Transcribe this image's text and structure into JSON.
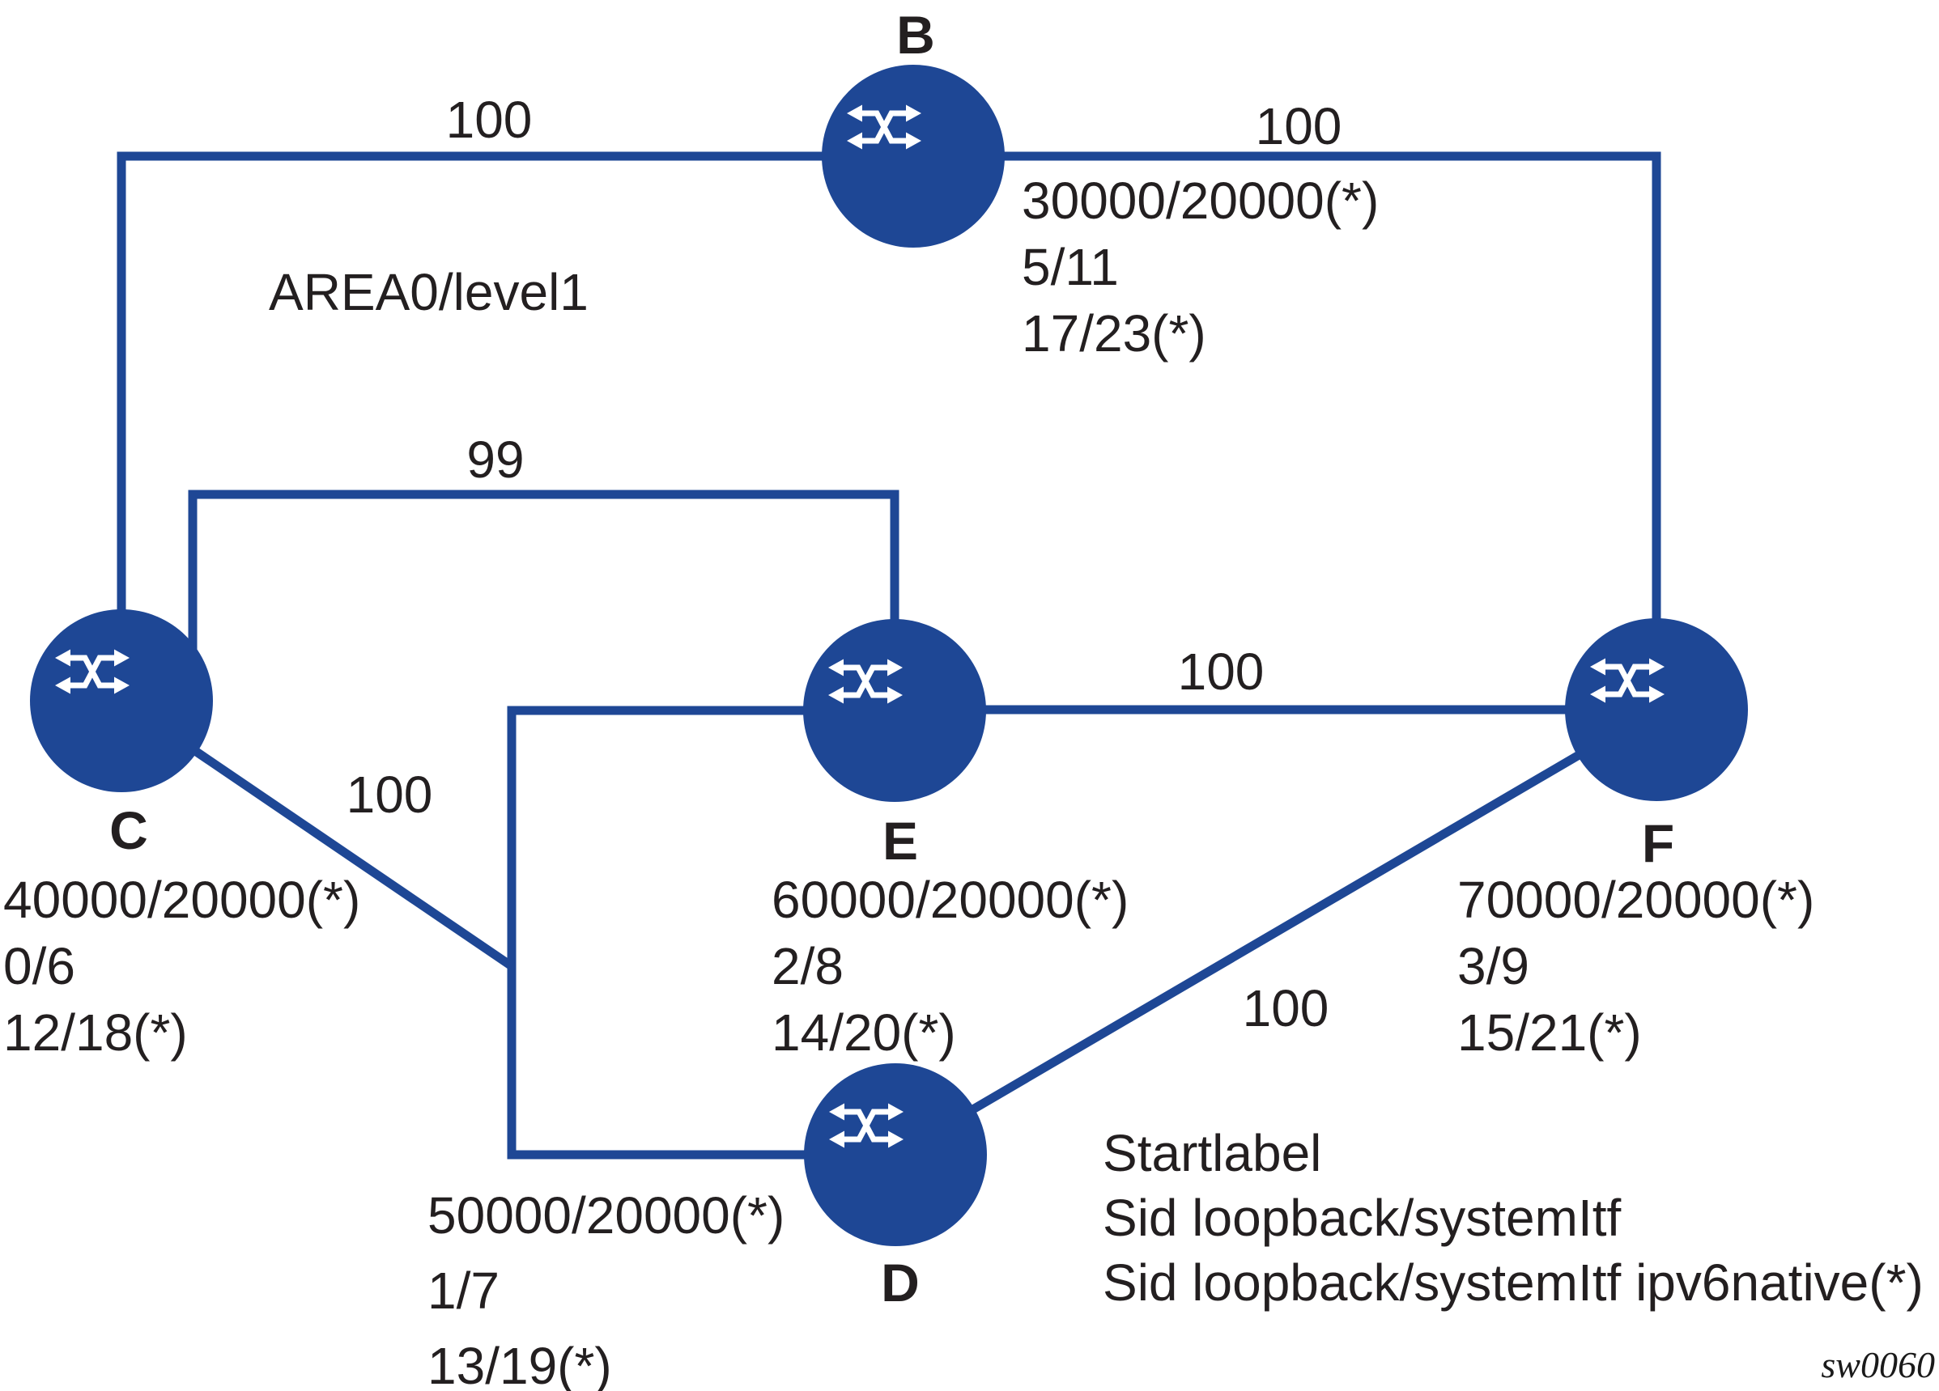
{
  "figure": {
    "area_label": "AREA0/level1",
    "watermark": "sw0060",
    "colors": {
      "node_fill": "#1E4795",
      "link_stroke": "#1E4795",
      "text": "#231F20"
    },
    "nodes": {
      "B": {
        "name": "B",
        "lines": [
          "30000/20000(*)",
          "5/11",
          "17/23(*)"
        ]
      },
      "C": {
        "name": "C",
        "lines": [
          "40000/20000(*)",
          "0/6",
          "12/18(*)"
        ]
      },
      "D": {
        "name": "D",
        "lines": [
          "50000/20000(*)",
          "1/7",
          "13/19(*)"
        ]
      },
      "E": {
        "name": "E",
        "lines": [
          "60000/20000(*)",
          "2/8",
          "14/20(*)"
        ]
      },
      "F": {
        "name": "F",
        "lines": [
          "70000/20000(*)",
          "3/9",
          "15/21(*)"
        ]
      }
    },
    "link_costs": {
      "c_b": "100",
      "b_f": "100",
      "c_e": "99",
      "e_f": "100",
      "c_d": "100",
      "d_f": "100"
    },
    "d_note_lines": [
      "Startlabel",
      "Sid loopback/systemItf",
      "Sid loopback/systemItf ipv6native(*)"
    ]
  }
}
